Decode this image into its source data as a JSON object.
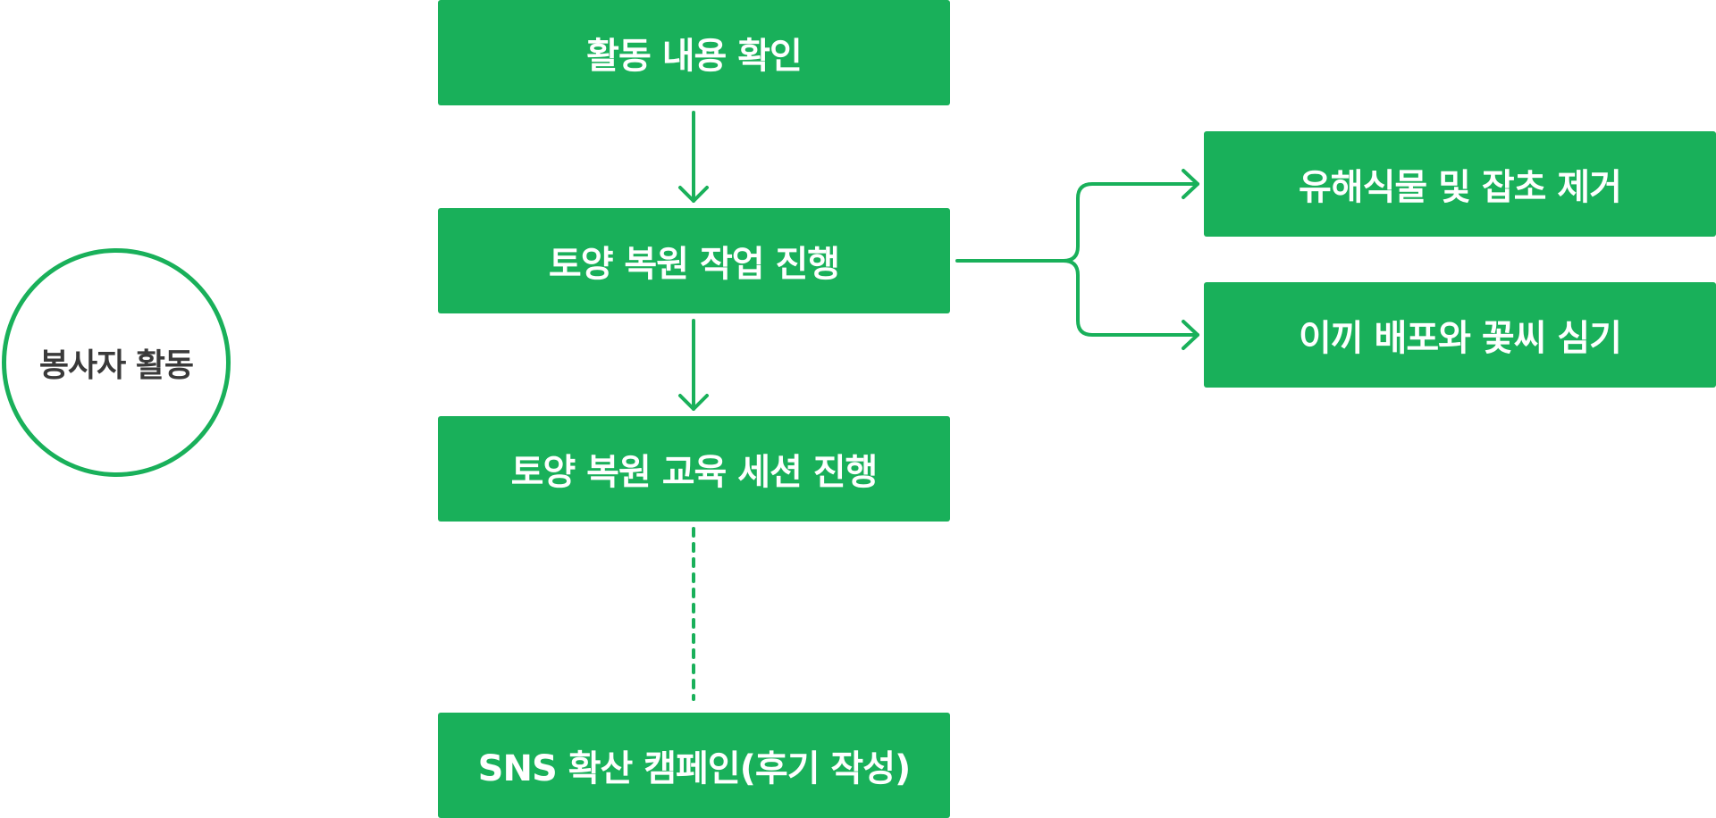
{
  "diagram": {
    "root": {
      "label": "봉사자 활동"
    },
    "steps": [
      {
        "label": "활동 내용 확인"
      },
      {
        "label": "토양 복원 작업 진행"
      },
      {
        "label": "토양 복원 교육 세션 진행"
      },
      {
        "label": "SNS 확산 캠페인(후기 작성)"
      }
    ],
    "branches": [
      {
        "label": "유해식물 및 잡초 제거"
      },
      {
        "label": "이끼 배포와 꽃씨 심기"
      }
    ],
    "colors": {
      "accent": "#19b05a",
      "box_text": "#ffffff",
      "root_text": "#3a3a3a"
    }
  }
}
